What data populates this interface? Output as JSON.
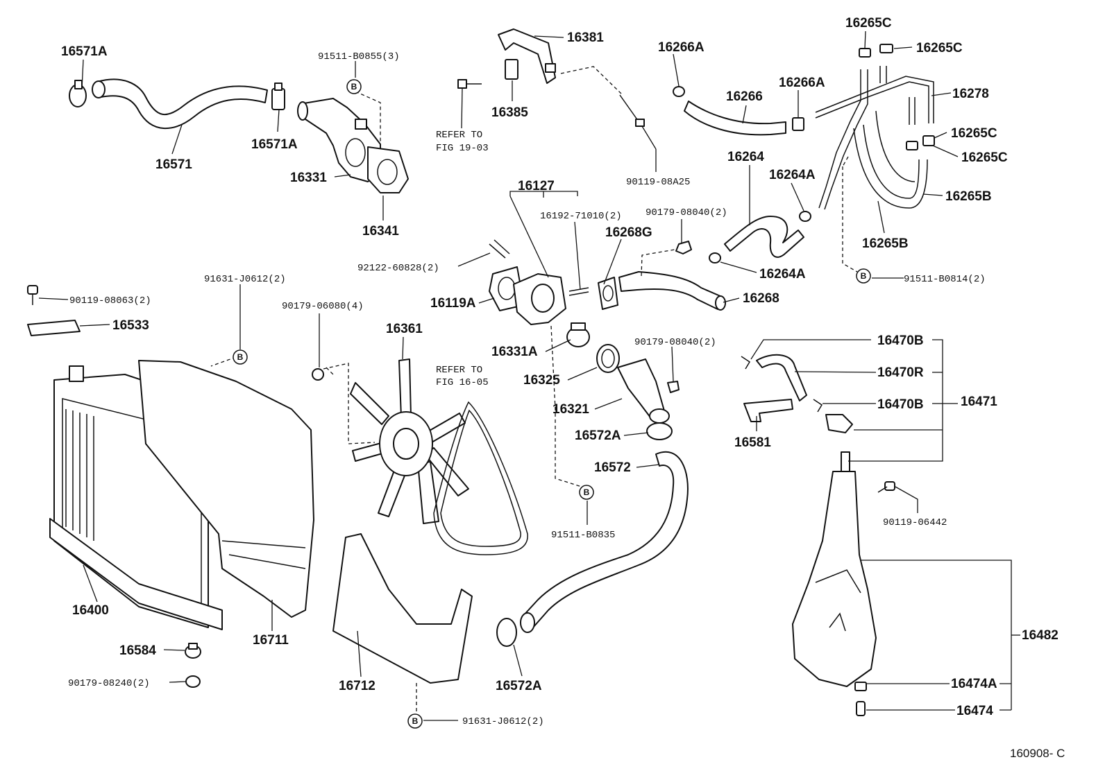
{
  "diagram_id": "160908- C",
  "callout_letter": "B",
  "labels": {
    "p16571A_top": "16571A",
    "p16571": "16571",
    "p16571A_mid": "16571A",
    "p91511_B0855": "91511-B0855(3)",
    "p16331": "16331",
    "p16341": "16341",
    "p16381": "16381",
    "p16385": "16385",
    "refer_19_03": [
      "REFER TO",
      "FIG 19-03"
    ],
    "p90119_08A25": "90119-08A25",
    "p16266A_top": "16266A",
    "p16266": "16266",
    "p16266A_mid": "16266A",
    "p16265C_1": "16265C",
    "p16265C_2": "16265C",
    "p16278": "16278",
    "p16265C_3": "16265C",
    "p16265C_4": "16265C",
    "p16265B_1": "16265B",
    "p16265B_2": "16265B",
    "p16264": "16264",
    "p16264A_top": "16264A",
    "p16264A_bot": "16264A",
    "p91511_B0814": "91511-B0814(2)",
    "p16127": "16127",
    "p16192_71010": "16192-71010(2)",
    "p90179_08040_a": "90179-08040(2)",
    "p16268G": "16268G",
    "p16268": "16268",
    "p92122_60828": "92122-60828(2)",
    "p16119A": "16119A",
    "p16331A": "16331A",
    "p16325": "16325",
    "p90179_08040_b": "90179-08040(2)",
    "p16321": "16321",
    "p16572A_top": "16572A",
    "p16572": "16572",
    "p16572A_bot": "16572A",
    "p91511_B0835": "91511-B0835",
    "p91631_J0612_top": "91631-J0612(2)",
    "p90119_08063": "90119-08063(2)",
    "p16533": "16533",
    "p90179_06080": "90179-06080(4)",
    "p16361": "16361",
    "refer_16_05": [
      "REFER TO",
      "FIG 16-05"
    ],
    "p16400": "16400",
    "p16711": "16711",
    "p16584": "16584",
    "p90179_08240": "90179-08240(2)",
    "p16712": "16712",
    "p91631_J0612_bot": "91631-J0612(2)",
    "p16470B_top": "16470B",
    "p16470R": "16470R",
    "p16470B_bot": "16470B",
    "p16471": "16471",
    "p16581": "16581",
    "p90119_06442": "90119-06442",
    "p16482": "16482",
    "p16474A": "16474A",
    "p16474": "16474"
  }
}
